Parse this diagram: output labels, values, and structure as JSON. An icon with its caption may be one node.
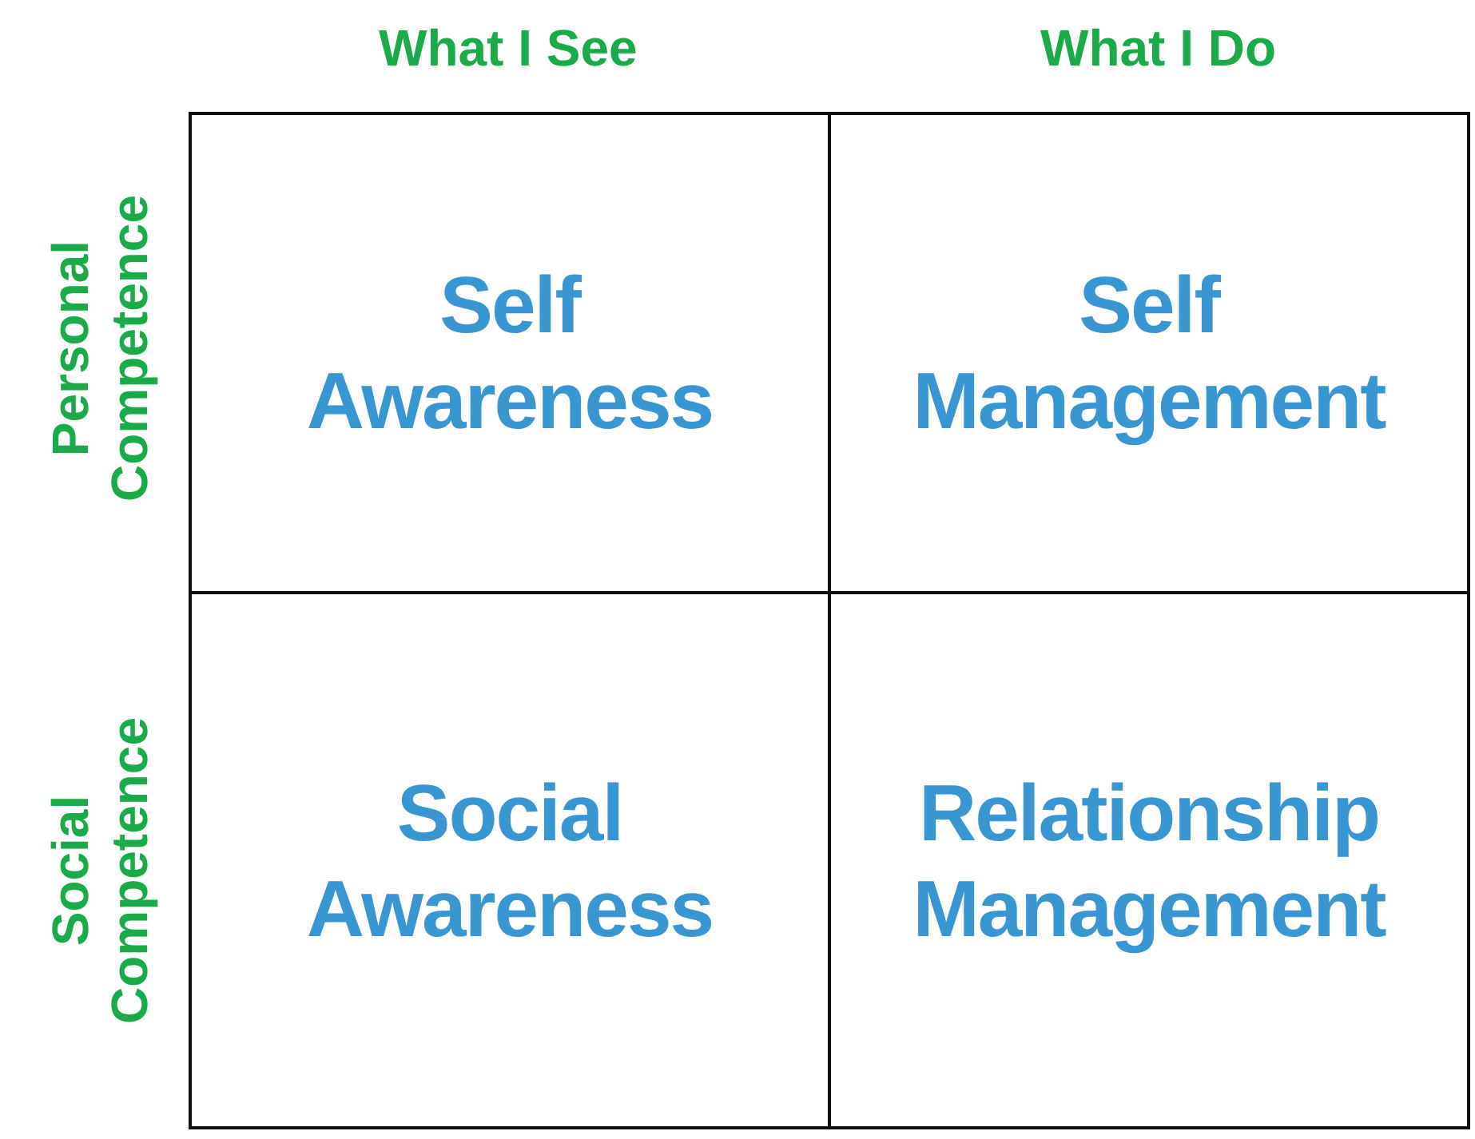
{
  "diagram": {
    "nodes": [
      {
        "text": [
          "Self Awareness"
        ]
      },
      {
        "text": [
          "Self Management"
        ]
      },
      {
        "text": [
          "Social Awareness"
        ]
      },
      {
        "text": [
          "Relationship Management"
        ]
      }
    ],
    "labels": [
      "What I See",
      "What I Do",
      "Personal Competence",
      "Social Competence"
    ]
  }
}
